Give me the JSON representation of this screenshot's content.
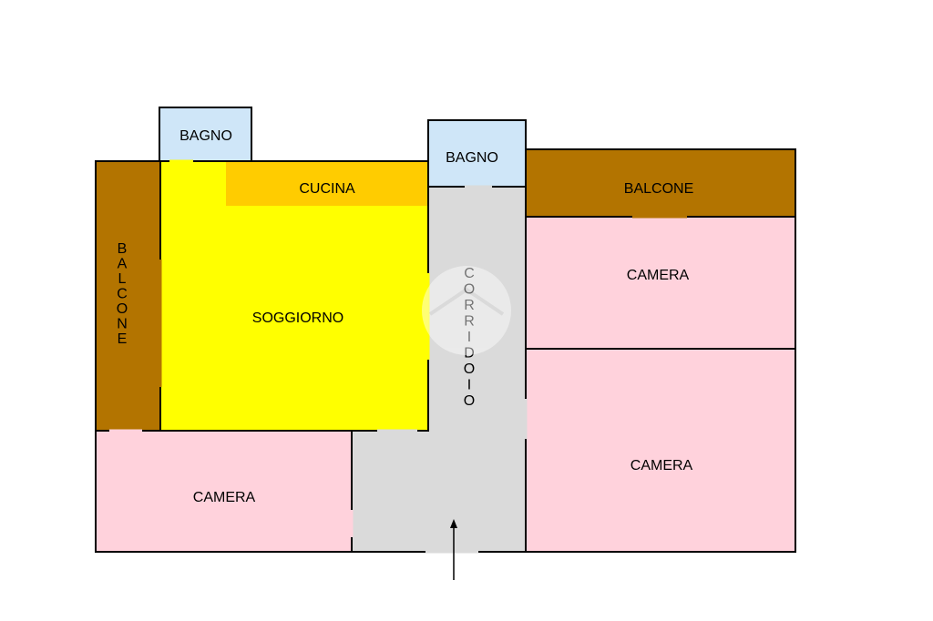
{
  "rooms": {
    "bagno_left": {
      "label": "BAGNO",
      "color": "#cfe6f8"
    },
    "bagno_center": {
      "label": "BAGNO",
      "color": "#cfe6f8"
    },
    "cucina": {
      "label": "CUCINA",
      "color": "#ffcc00"
    },
    "soggiorno": {
      "label": "SOGGIORNO",
      "color": "#ffff00"
    },
    "balcone_left": {
      "label": "BALCONE",
      "color": "#b37400"
    },
    "balcone_right": {
      "label": "BALCONE",
      "color": "#b37400"
    },
    "corridoio": {
      "label": "CORRIDOIO",
      "color": "#dadada"
    },
    "camera_bottom_left": {
      "label": "CAMERA",
      "color": "#ffd2dc"
    },
    "camera_right_top": {
      "label": "CAMERA",
      "color": "#ffd2dc"
    },
    "camera_right_bottom": {
      "label": "CAMERA",
      "color": "#ffd2dc"
    }
  },
  "colors": {
    "wall": "#000000",
    "watermark": "#ffffff"
  },
  "icons": {
    "entrance": "arrow-up-icon",
    "watermark": "house-watermark-icon"
  }
}
